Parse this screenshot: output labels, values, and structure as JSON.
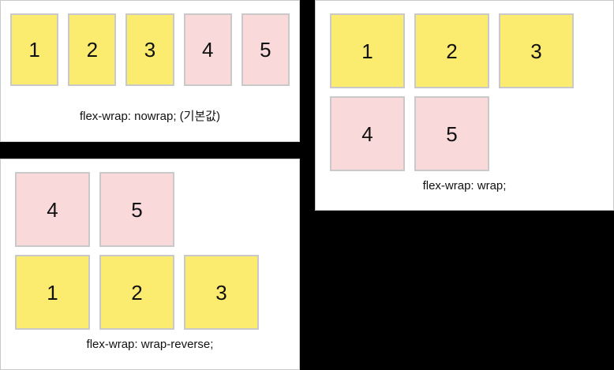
{
  "page": {
    "background_color": "#000000",
    "panel_background": "#ffffff",
    "panel_border_color": "#c9c9c9",
    "box_border_color": "#c9c9c9",
    "yellow_color": "#fbeb6e",
    "pink_color": "#f9d9d9",
    "text_color": "#111111"
  },
  "panels": [
    {
      "id": "nowrap",
      "caption": "flex-wrap: nowrap; (기본값)",
      "wrap_mode": "nowrap",
      "items": [
        {
          "label": "1",
          "color": "yellow"
        },
        {
          "label": "2",
          "color": "yellow"
        },
        {
          "label": "3",
          "color": "yellow"
        },
        {
          "label": "4",
          "color": "pink"
        },
        {
          "label": "5",
          "color": "pink"
        }
      ]
    },
    {
      "id": "wrap",
      "caption": "flex-wrap: wrap;",
      "wrap_mode": "wrap",
      "items": [
        {
          "label": "1",
          "color": "yellow"
        },
        {
          "label": "2",
          "color": "yellow"
        },
        {
          "label": "3",
          "color": "yellow"
        },
        {
          "label": "4",
          "color": "pink"
        },
        {
          "label": "5",
          "color": "pink"
        }
      ]
    },
    {
      "id": "wrap-reverse",
      "caption": "flex-wrap: wrap-reverse;",
      "wrap_mode": "wrap-reverse",
      "items": [
        {
          "label": "1",
          "color": "yellow"
        },
        {
          "label": "2",
          "color": "yellow"
        },
        {
          "label": "3",
          "color": "yellow"
        },
        {
          "label": "4",
          "color": "pink"
        },
        {
          "label": "5",
          "color": "pink"
        }
      ]
    }
  ]
}
